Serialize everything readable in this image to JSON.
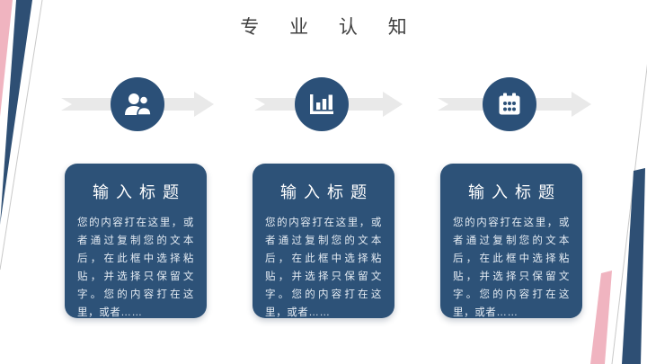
{
  "theme": {
    "navy": "#2e4f74",
    "circle-blue": "#2b5078",
    "card-blue": "#2d5278",
    "pink": "#f0b4c0",
    "arrow-gray": "#e9e9e9",
    "edge-line": "#c9c9c9",
    "title-color": "#404040",
    "body-text": "#e4ebf3"
  },
  "slide": {
    "title": "专 业 认 知"
  },
  "steps": [
    {
      "icon": "users-icon",
      "card": {
        "title": "输入标题",
        "body": "您的内容打在这里，或者通过复制您的文本后，在此框中选择粘贴，并选择只保留文字。您的内容打在这里，或者……"
      }
    },
    {
      "icon": "bar-chart-icon",
      "card": {
        "title": "输入标题",
        "body": "您的内容打在这里，或者通过复制您的文本后，在此框中选择粘贴，并选择只保留文字。您的内容打在这里，或者……"
      }
    },
    {
      "icon": "calendar-icon",
      "card": {
        "title": "输入标题",
        "body": "您的内容打在这里，或者通过复制您的文本后，在此框中选择粘贴，并选择只保留文字。您的内容打在这里，或者……"
      }
    }
  ]
}
